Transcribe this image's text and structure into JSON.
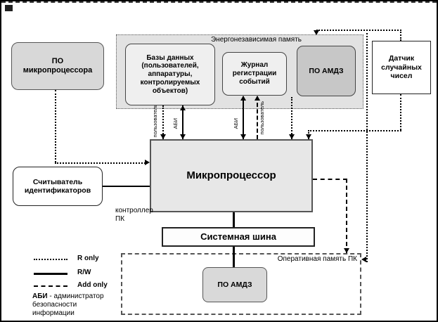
{
  "diagram": {
    "boxes": {
      "po_microprocessor": "ПО микропроцессора",
      "databases": "Базы данных (пользователей, аппаратуры, контролируемых объектов)",
      "event_log": "Журнал регистрации событий",
      "po_amdz_nvram": "ПО АМДЗ",
      "random_number_generator": "Датчик случайных чисел",
      "microprocessor": "Микропроцессор",
      "id_reader": "Считыватель идентификаторов",
      "system_bus": "Системная шина",
      "po_amdz_ram": "ПО АМДЗ"
    },
    "containers": {
      "nvram_label": "Энергонезависимая память",
      "ram_label": "Оперативная память ПК"
    },
    "annotations": {
      "pc_controller": "контроллер ПК"
    },
    "line_labels": {
      "user_db": "пользователь",
      "abi_db": "АБИ",
      "abi_log": "АБИ",
      "user_log": "пользователь"
    },
    "legend": {
      "r_only": "R only",
      "rw": "R/W",
      "add_only": "Add only",
      "abi_term": "АБИ",
      "abi_definition": " - администратор безопасности информации"
    },
    "colors": {
      "box_gray": "#d8d8d8",
      "container_gray": "#e2e2e2",
      "dark_gray": "#c7c7c7",
      "line": "#000000"
    }
  }
}
